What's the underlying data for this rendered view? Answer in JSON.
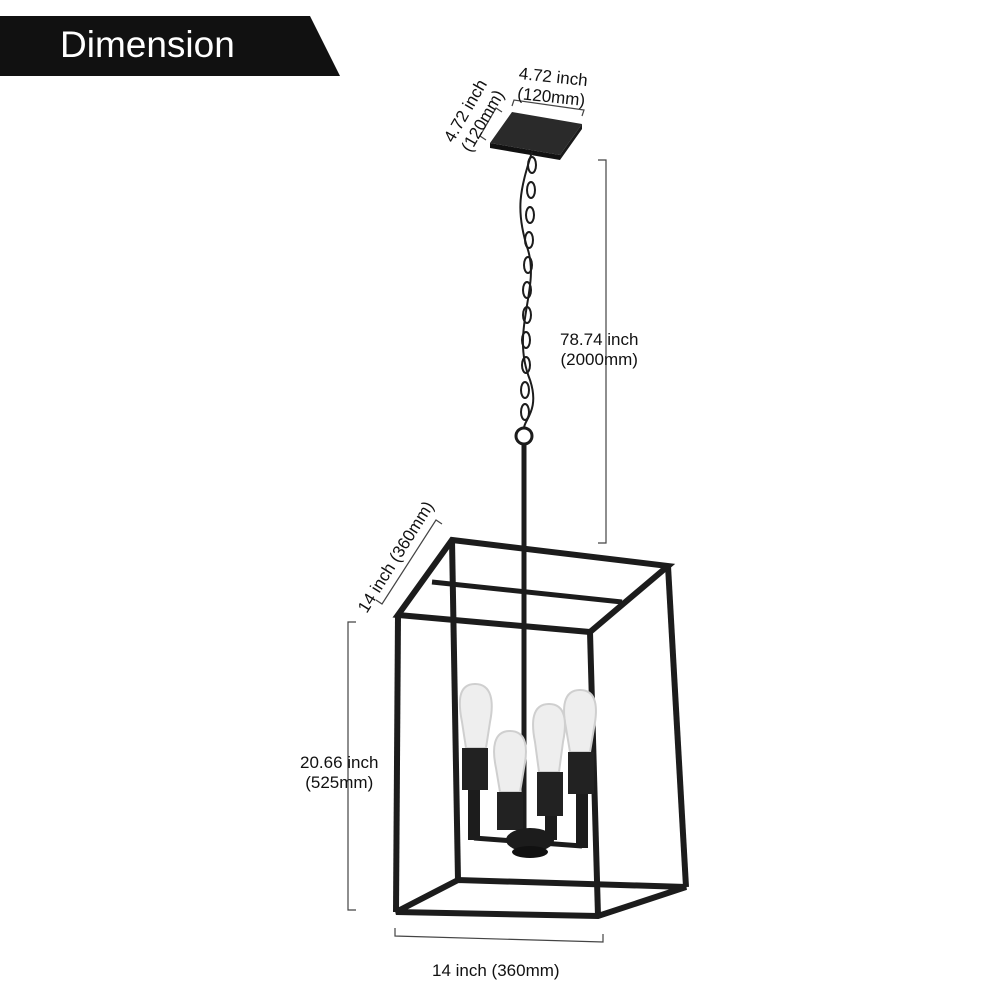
{
  "banner": {
    "title": "Dimension"
  },
  "dimensions": {
    "canopy_width": {
      "inch": "4.72 inch",
      "mm": "(120mm)"
    },
    "canopy_depth": {
      "inch": "4.72 inch",
      "mm": "(120mm)"
    },
    "chain_length": {
      "inch": "78.74 inch",
      "mm": "(2000mm)"
    },
    "cage_depth": {
      "label": "14 inch (360mm)"
    },
    "cage_height": {
      "inch": "20.66 inch",
      "mm": "(525mm)"
    },
    "cage_width": {
      "label": "14 inch (360mm)"
    }
  },
  "colors": {
    "banner_bg": "#111111",
    "frame": "#1c1c1c",
    "dimension_line": "#444444"
  }
}
